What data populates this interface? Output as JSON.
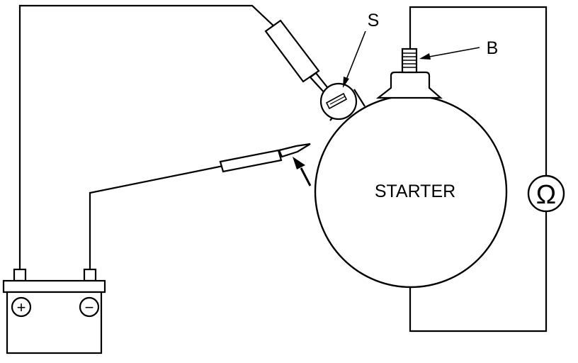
{
  "labels": {
    "starter": "STARTER",
    "s_terminal": "S",
    "b_terminal": "B",
    "ohmmeter_symbol": "Ω",
    "battery_positive": "+",
    "battery_negative": "−"
  },
  "colors": {
    "ink": "#000000",
    "paper": "#ffffff"
  }
}
